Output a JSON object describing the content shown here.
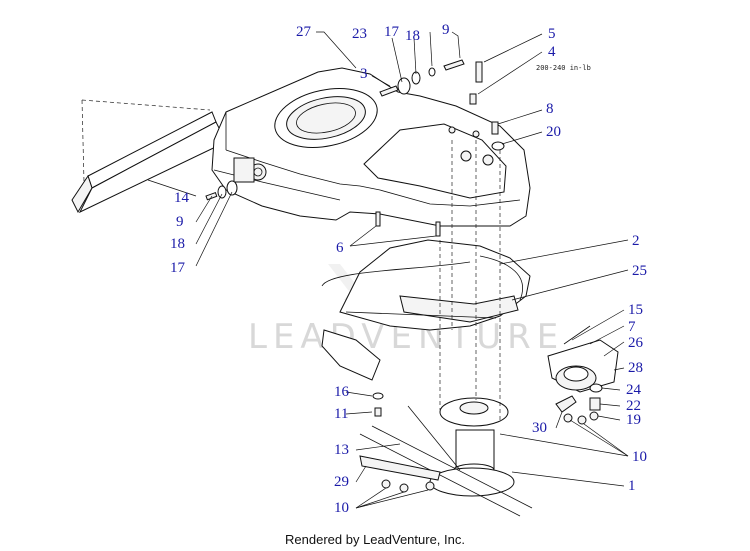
{
  "watermark": "LEADVENTURE",
  "torque_note": "200-240 in-lb",
  "footer": "Rendered by LeadVenture, Inc.",
  "callouts": [
    "27",
    "23",
    "17",
    "18",
    "9",
    "5",
    "4",
    "3",
    "8",
    "20",
    "14",
    "9",
    "18",
    "17",
    "6",
    "2",
    "25",
    "15",
    "7",
    "26",
    "28",
    "24",
    "16",
    "11",
    "22",
    "19",
    "30",
    "13",
    "29",
    "10",
    "10",
    "1"
  ]
}
